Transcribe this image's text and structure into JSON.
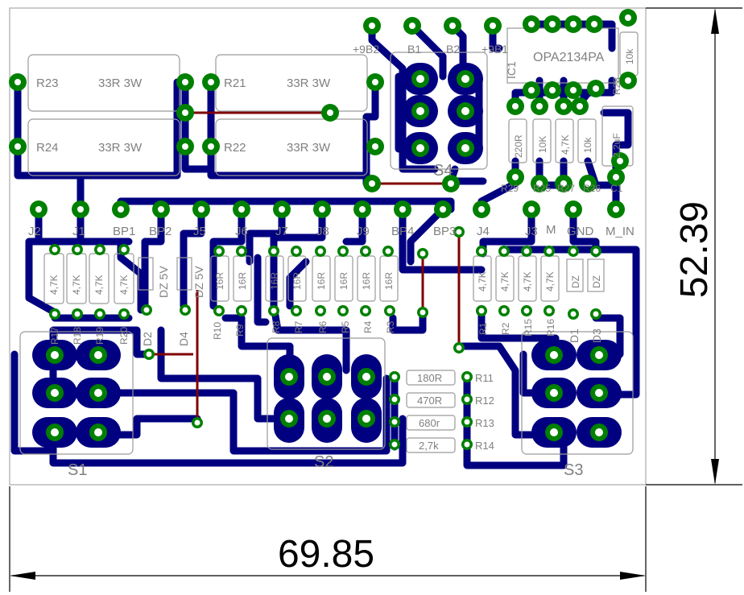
{
  "colors": {
    "trace": "#000080",
    "pad": "#008000",
    "via_ring": "#008000",
    "jumper": "#800000",
    "outline": "#808080",
    "silk_text": "#808080",
    "dimension": "#000000",
    "background": "#ffffff"
  },
  "dimensions": {
    "width_label": "69.85",
    "height_label": "52.39"
  },
  "resistors_top": [
    {
      "ref": "R23",
      "value": "33R 3W"
    },
    {
      "ref": "R21",
      "value": "33R 3W"
    },
    {
      "ref": "R24",
      "value": "33R 3W"
    },
    {
      "ref": "R22",
      "value": "33R 3W"
    }
  ],
  "header_labels": [
    "J2",
    "J1",
    "BP1",
    "BP2",
    "J5",
    "J6",
    "J7",
    "J8",
    "J9",
    "BP4",
    "BP3",
    "J4",
    "J3",
    "M",
    "GND",
    "M_IN"
  ],
  "top_pin_labels": [
    "+9B2",
    "B1",
    "B2",
    "+9B1"
  ],
  "opamp": {
    "ref": "IC1",
    "value": "OPA2134PA"
  },
  "small_parts_right_top": [
    {
      "ref": "R29",
      "value": "220R"
    },
    {
      "ref": "R25",
      "value": "10K"
    },
    {
      "ref": "R27",
      "value": "4,7K"
    },
    {
      "ref": "R26",
      "value": "10k"
    },
    {
      "ref": "R28",
      "value": "10k"
    },
    {
      "ref": "C1",
      "value": "2,2uF"
    }
  ],
  "left_resistor_bank": [
    {
      "ref": "R17",
      "value": "4,7K"
    },
    {
      "ref": "R18",
      "value": "4,7K"
    },
    {
      "ref": "R19",
      "value": "4,7K"
    },
    {
      "ref": "R20",
      "value": "4,7K"
    }
  ],
  "zeners_left": [
    {
      "ref": "D2",
      "value": "DZ 5V"
    },
    {
      "ref": "D4",
      "value": "DZ 5V"
    }
  ],
  "mid_resistor_bank": [
    {
      "ref": "R10",
      "value": "16R"
    },
    {
      "ref": "R9",
      "value": "16R"
    },
    {
      "ref": "R8",
      "value": "16R"
    },
    {
      "ref": "R7",
      "value": "16R"
    },
    {
      "ref": "R6",
      "value": "16R"
    },
    {
      "ref": "R5",
      "value": "16R"
    },
    {
      "ref": "R4",
      "value": "16R"
    },
    {
      "ref": "R3",
      "value": "16R"
    }
  ],
  "right_resistor_bank": [
    {
      "ref": "R1",
      "value": "4,7K"
    },
    {
      "ref": "R2",
      "value": "4,7K"
    },
    {
      "ref": "R15",
      "value": "4,7K"
    },
    {
      "ref": "R16",
      "value": "4,7K"
    }
  ],
  "diodes_right": [
    {
      "ref": "D1",
      "value": "DZ"
    },
    {
      "ref": "D3",
      "value": "DZ"
    }
  ],
  "series_resistors": [
    {
      "ref": "R11",
      "value": "180R"
    },
    {
      "ref": "R12",
      "value": "470R"
    },
    {
      "ref": "R13",
      "value": "680r"
    },
    {
      "ref": "R14",
      "value": "2,7k"
    }
  ],
  "switch_labels": [
    "S1",
    "S2",
    "S3",
    "S4"
  ]
}
